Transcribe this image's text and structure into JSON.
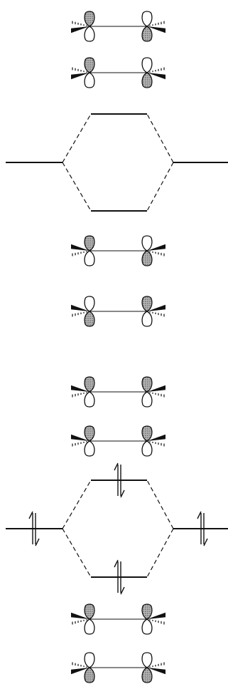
{
  "colors": {
    "ink": "#111111",
    "shade": "#8a8a8a",
    "paper": "#ffffff"
  },
  "diagram": {
    "kind": "orbital-interaction-diagram",
    "pairs": [
      {
        "id": "pair-1",
        "caption": "",
        "levels": [
          {
            "id": "left-level",
            "electrons": 0
          },
          {
            "id": "upper-level",
            "electrons": 0
          },
          {
            "id": "lower-level",
            "electrons": 0
          },
          {
            "id": "right-level",
            "electrons": 0
          }
        ],
        "pi_orbitals": [
          {
            "id": "pi-1",
            "left_upper_lobe_shaded": true,
            "right_upper_lobe_shaded": false,
            "wedge": "forward"
          },
          {
            "id": "pi-2",
            "left_upper_lobe_shaded": true,
            "right_upper_lobe_shaded": false,
            "wedge": "forward"
          },
          {
            "id": "pi-3",
            "left_upper_lobe_shaded": true,
            "right_upper_lobe_shaded": false,
            "wedge": "reversed"
          },
          {
            "id": "pi-4",
            "left_upper_lobe_shaded": false,
            "right_upper_lobe_shaded": true,
            "wedge": "reversed"
          }
        ]
      },
      {
        "id": "pair-2",
        "caption": "",
        "levels": [
          {
            "id": "left-level",
            "electrons": 2
          },
          {
            "id": "upper-level",
            "electrons": 2
          },
          {
            "id": "lower-level",
            "electrons": 2
          },
          {
            "id": "right-level",
            "electrons": 2
          }
        ],
        "pi_orbitals": [
          {
            "id": "pi-1",
            "left_upper_lobe_shaded": true,
            "right_upper_lobe_shaded": true,
            "wedge": "reversed"
          },
          {
            "id": "pi-2",
            "left_upper_lobe_shaded": true,
            "right_upper_lobe_shaded": true,
            "wedge": "reversed"
          },
          {
            "id": "pi-3",
            "left_upper_lobe_shaded": true,
            "right_upper_lobe_shaded": true,
            "wedge": "reversed"
          },
          {
            "id": "pi-4",
            "left_upper_lobe_shaded": false,
            "right_upper_lobe_shaded": false,
            "wedge": "forward"
          }
        ]
      }
    ]
  }
}
